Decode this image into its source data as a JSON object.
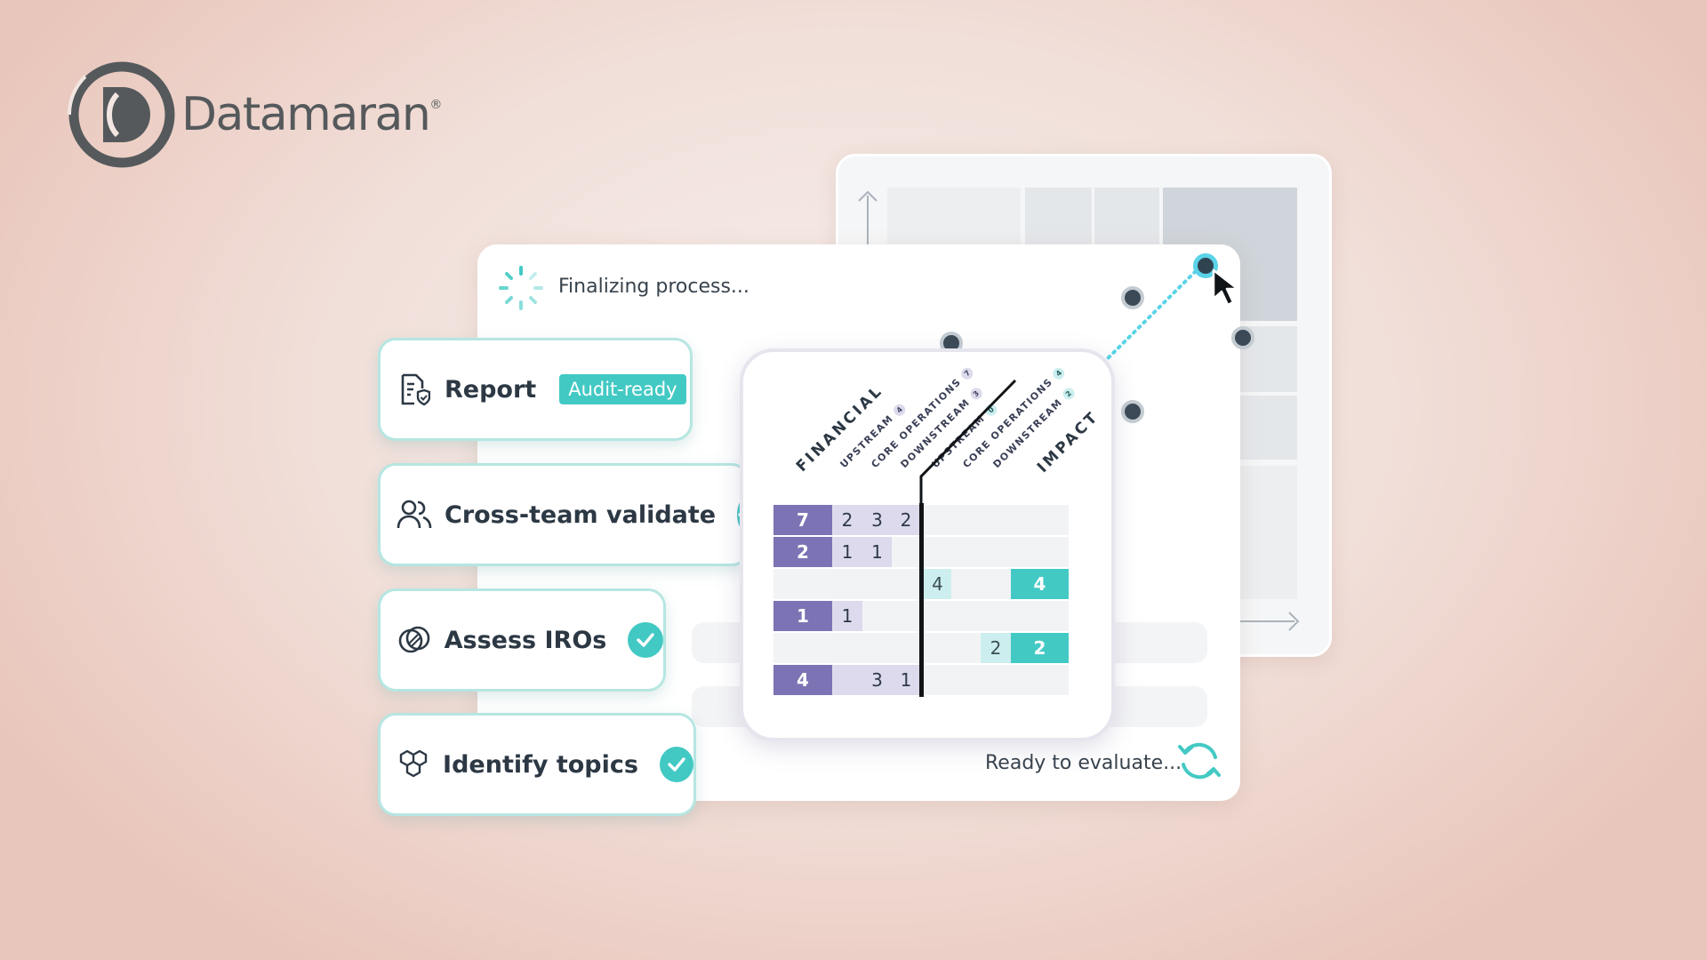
{
  "brand": {
    "name": "Datamaran",
    "mark": "®",
    "logo_icon": "datamaran-logo-icon"
  },
  "status": {
    "finalizing": "Finalizing process...",
    "ready": "Ready to evaluate..."
  },
  "steps": [
    {
      "label": "Report",
      "badge": "Audit-ready",
      "icon": "report-shield-icon"
    },
    {
      "label": "Cross-team validate",
      "icon": "users-icon",
      "done": true
    },
    {
      "label": "Assess IROs",
      "icon": "overlap-circles-icon",
      "done": true
    },
    {
      "label": "Identify topics",
      "icon": "hexagon-cluster-icon",
      "done": true
    }
  ],
  "heatmap": {
    "financial_label": "FINANCIAL",
    "impact_label": "IMPACT",
    "financial_columns": [
      {
        "label": "UPSTREAM",
        "count": "4"
      },
      {
        "label": "CORE OPERATIONS",
        "count": "7"
      },
      {
        "label": "DOWNSTREAM",
        "count": "3"
      }
    ],
    "impact_columns": [
      {
        "label": "UPSTREAM",
        "count": "0"
      },
      {
        "label": "CORE OPERATIONS",
        "count": "4"
      },
      {
        "label": "DOWNSTREAM",
        "count": "2"
      }
    ],
    "rows": [
      {
        "fin_total": "7",
        "fin": [
          "2",
          "3",
          "2"
        ],
        "imp": [
          "",
          "",
          ""
        ],
        "imp_total": ""
      },
      {
        "fin_total": "2",
        "fin": [
          "1",
          "1",
          ""
        ],
        "imp": [
          "",
          "",
          ""
        ],
        "imp_total": ""
      },
      {
        "fin_total": "",
        "fin": [
          "",
          "",
          ""
        ],
        "imp": [
          "4",
          "",
          ""
        ],
        "imp_total": "4"
      },
      {
        "fin_total": "1",
        "fin": [
          "1",
          "",
          ""
        ],
        "imp": [
          "",
          "",
          ""
        ],
        "imp_total": ""
      },
      {
        "fin_total": "",
        "fin": [
          "",
          "",
          ""
        ],
        "imp": [
          "",
          "",
          "2"
        ],
        "imp_total": "2"
      },
      {
        "fin_total": "4",
        "fin": [
          "",
          "3",
          "1"
        ],
        "imp": [
          "",
          "",
          ""
        ],
        "imp_total": ""
      }
    ]
  },
  "colors": {
    "accent": "#43c9c4",
    "financial": "#7b73b4",
    "highlight": "#5ad3e8"
  }
}
